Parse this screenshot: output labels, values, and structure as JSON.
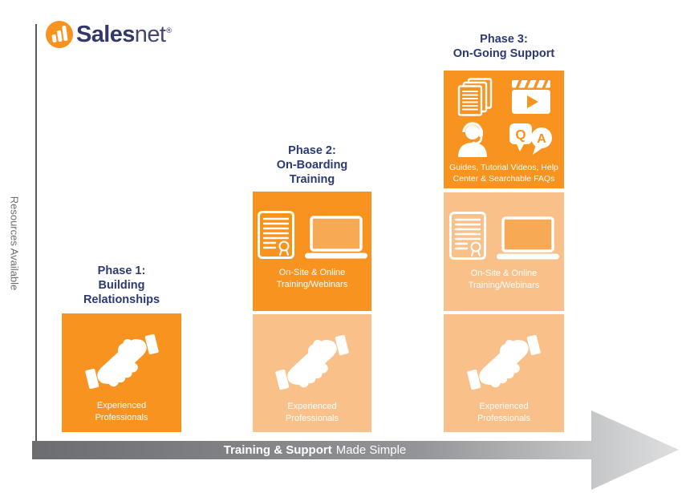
{
  "logo": {
    "brand_bold": "Sales",
    "brand_light": "net",
    "registered_mark": "®",
    "icon": "bar-chart-circle-icon"
  },
  "y_axis_label": "Resources Available",
  "x_axis": {
    "label_bold": "Training & Support",
    "label_regular": "Made Simple",
    "shape": "gradient-arrow-right"
  },
  "qa_icon": {
    "q": "Q",
    "a": "A"
  },
  "colors": {
    "orange": "#F7931E",
    "light_orange": "#FAC08A",
    "mid_orange": "#F8A954",
    "navy": "#2B3A74",
    "logo_navy": "#32386B",
    "axis_line_gray": "#58595B",
    "axis_label_gray": "#6D6E71",
    "arrow_gradient_start": "#6B6D70",
    "arrow_gradient_end": "#DEDFE0",
    "icon_white": "#FFFFFF"
  },
  "phases": [
    {
      "id": "phase-1",
      "title_lines": [
        "Phase 1:",
        "Building",
        "Relationships"
      ],
      "blocks": [
        {
          "tone": "dark",
          "icons": [
            "handshake-icon"
          ],
          "caption_lines": [
            "Experienced",
            "Professionals"
          ]
        }
      ]
    },
    {
      "id": "phase-2",
      "title_lines": [
        "Phase 2:",
        "On-Boarding",
        "Training"
      ],
      "blocks": [
        {
          "tone": "dark",
          "icons": [
            "certificate-document-icon",
            "laptop-icon"
          ],
          "caption_lines": [
            "On-Site & Online",
            "Training/Webinars"
          ]
        },
        {
          "tone": "light",
          "icons": [
            "handshake-icon"
          ],
          "caption_lines": [
            "Experienced",
            "Professionals"
          ]
        }
      ]
    },
    {
      "id": "phase-3",
      "title_lines": [
        "Phase 3:",
        "On-Going Support"
      ],
      "blocks": [
        {
          "tone": "dark",
          "icons": [
            "documents-stack-icon",
            "tutorial-video-icon",
            "support-headset-icon",
            "qa-bubbles-icon"
          ],
          "caption_lines": [
            "Guides, Tutorial Videos, Help",
            "Center & Searchable FAQs"
          ]
        },
        {
          "tone": "light",
          "icons": [
            "certificate-document-icon",
            "laptop-icon"
          ],
          "caption_lines": [
            "On-Site & Online",
            "Training/Webinars"
          ]
        },
        {
          "tone": "light",
          "icons": [
            "handshake-icon"
          ],
          "caption_lines": [
            "Experienced",
            "Professionals"
          ]
        }
      ]
    }
  ]
}
